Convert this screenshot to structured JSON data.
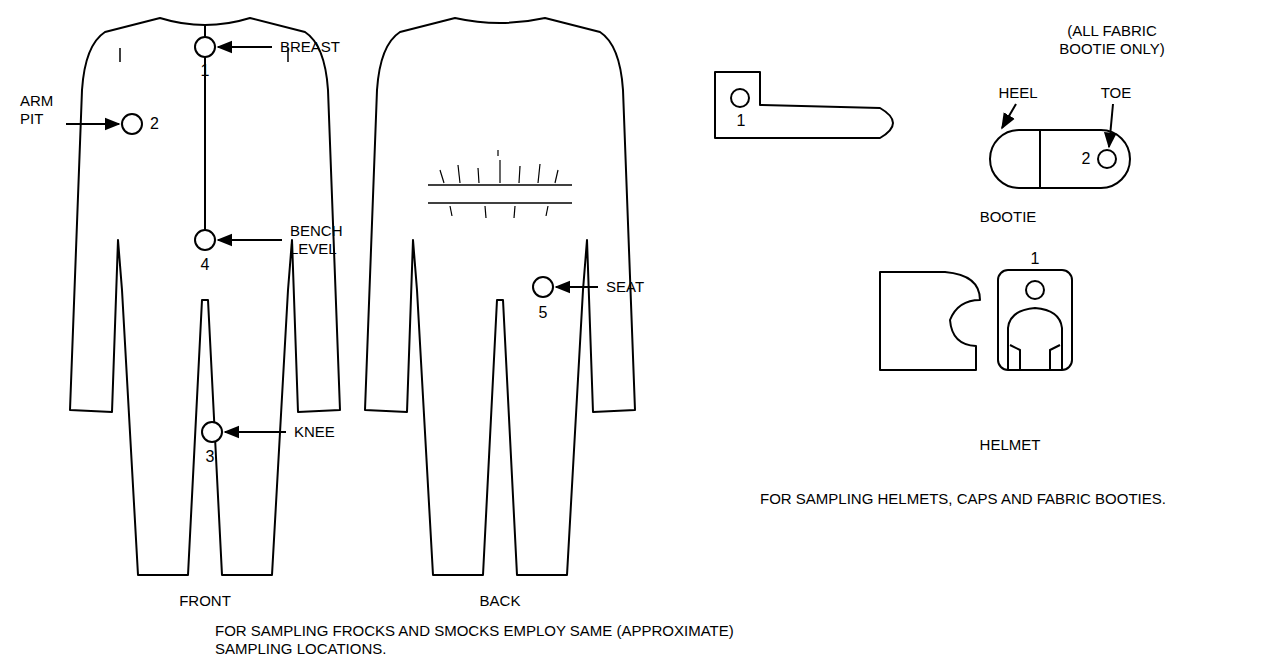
{
  "diagram": {
    "caption": "FOR SAMPLING FROCKS AND SMOCKS EMPLOY SAME (APPROXIMATE) SAMPLING LOCATIONS.",
    "labels": [
      "BREAST",
      "1",
      "ARM PIT",
      "2",
      "BENCH LEVEL",
      "4",
      "KNEE",
      "3",
      "SEAT",
      "5",
      "FRONT",
      "BACK",
      "(ALL FABRIC BOOTIE ONLY)",
      "HEEL",
      "TOE",
      "1",
      "2",
      "BOOTIE",
      "1",
      "HELMET",
      "FOR SAMPLING HELMETS, CAPS AND FABRIC BOOTIES."
    ]
  }
}
